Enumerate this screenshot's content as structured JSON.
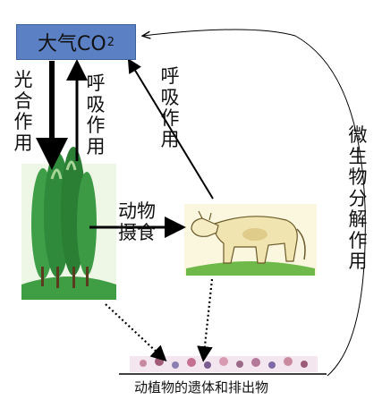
{
  "nodes": {
    "atmosphere": {
      "label_main": "大气CO",
      "label_sub": "2"
    },
    "remains": {
      "label": "动植物的遗体和排出物"
    }
  },
  "edges": {
    "photosynthesis": "光合作用",
    "plant_respiration": "呼吸作用",
    "animal_respiration": "呼吸作用",
    "animal_feeding": "动物摄食",
    "decomposition": "微生物分解作用"
  },
  "colors": {
    "co2_box": "#5b80c4",
    "tree_green": "#2e8b3a",
    "grass_green": "#4caf50",
    "cow_body": "#f2e8b8",
    "remains_pink": "#c98aa0"
  },
  "icons": {
    "plant": "trees-image",
    "animal": "cow-image",
    "remains": "organic-matter-image"
  }
}
